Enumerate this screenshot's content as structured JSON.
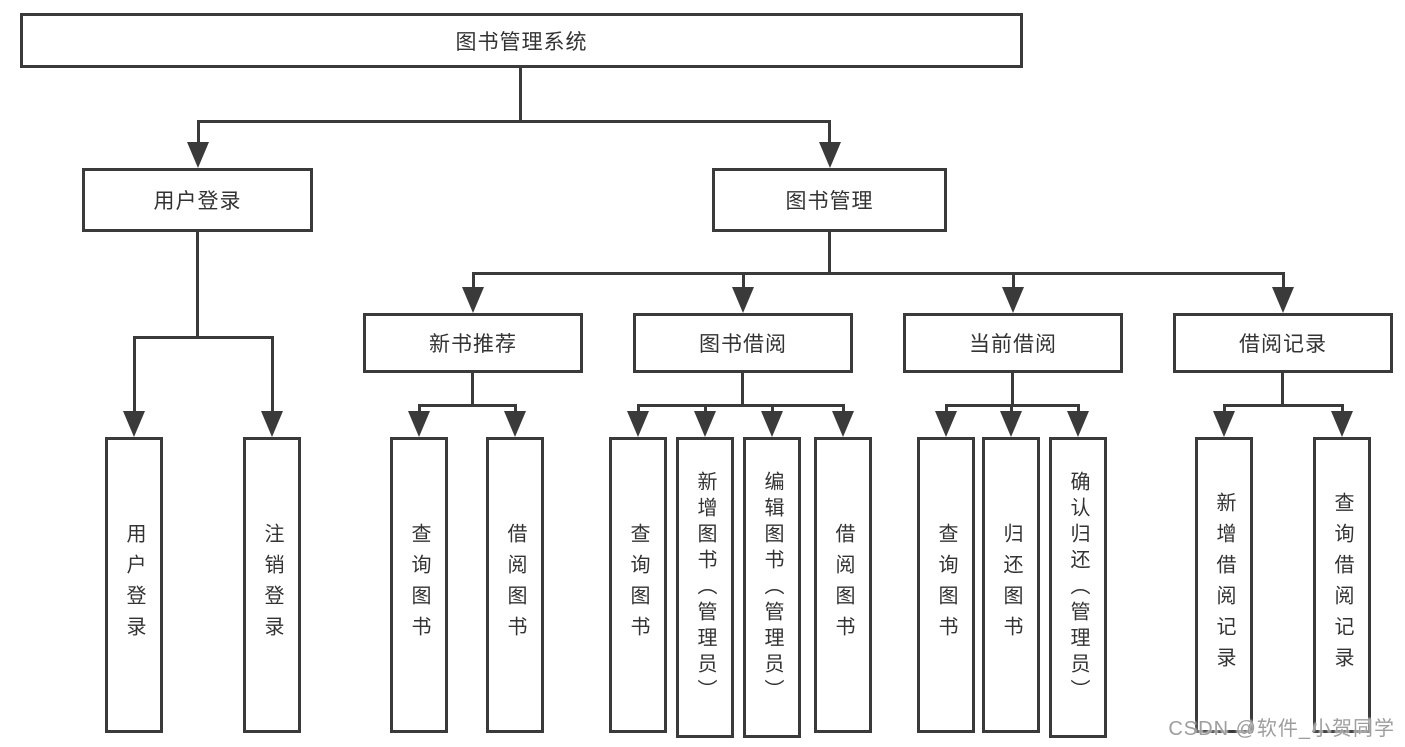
{
  "diagram": {
    "root": {
      "label": "图书管理系统"
    },
    "branches": [
      {
        "label": "用户登录",
        "children": [
          {
            "label": "用户登录"
          },
          {
            "label": "注销登录"
          }
        ]
      },
      {
        "label": "图书管理",
        "children": [
          {
            "label": "新书推荐",
            "children": [
              {
                "label": "查询图书"
              },
              {
                "label": "借阅图书"
              }
            ]
          },
          {
            "label": "图书借阅",
            "children": [
              {
                "label": "查询图书"
              },
              {
                "label": "新增图书（管理员）"
              },
              {
                "label": "编辑图书（管理员）"
              },
              {
                "label": "借阅图书"
              }
            ]
          },
          {
            "label": "当前借阅",
            "children": [
              {
                "label": "查询图书"
              },
              {
                "label": "归还图书"
              },
              {
                "label": "确认归还（管理员）"
              }
            ]
          },
          {
            "label": "借阅记录",
            "children": [
              {
                "label": "新增借阅记录"
              },
              {
                "label": "查询借阅记录"
              }
            ]
          }
        ]
      }
    ]
  },
  "watermark": "CSDN @软件_小贺同学"
}
